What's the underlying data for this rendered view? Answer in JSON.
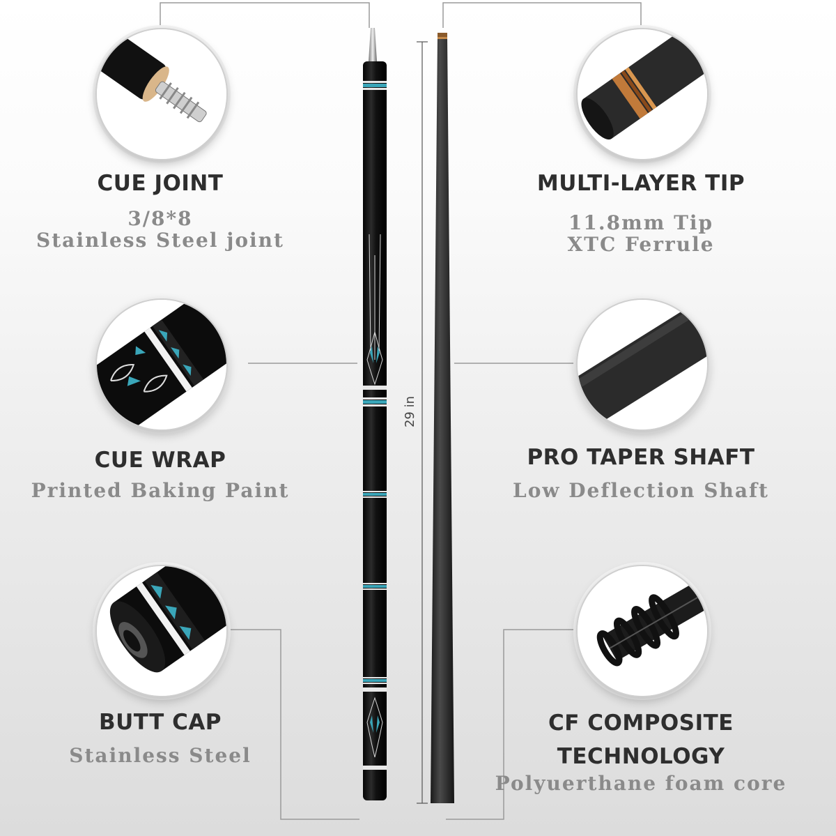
{
  "features": {
    "cue_joint": {
      "title": "CUE  JOINT",
      "line1": "3/8*8",
      "line2": "Stainless  Steel  joint"
    },
    "multi_layer_tip": {
      "title": "MULTI-LAYER TIP",
      "line1": "11.8mm  Tip",
      "line2": "XTC  Ferrule"
    },
    "cue_wrap": {
      "title": "CUE WRAP",
      "line1": "Printed  Baking  Paint"
    },
    "pro_taper_shaft": {
      "title": "PRO TAPER SHAFT",
      "line1": "Low  Deflection  Shaft"
    },
    "butt_cap": {
      "title": "BUTT CAP",
      "line1": "Stainless  Steel"
    },
    "cf_composite": {
      "title_line1": "CF COMPOSITE",
      "title_line2": "TECHNOLOGY",
      "line1": "Polyuerthane  foam  core"
    }
  },
  "dimension": {
    "label": "29 in"
  },
  "colors": {
    "title": "#2e2e2e",
    "subtitle": "#8a8a8a",
    "accent": "#3aa6b9",
    "cue": "#111111",
    "shaft": "#2a2a2a"
  }
}
